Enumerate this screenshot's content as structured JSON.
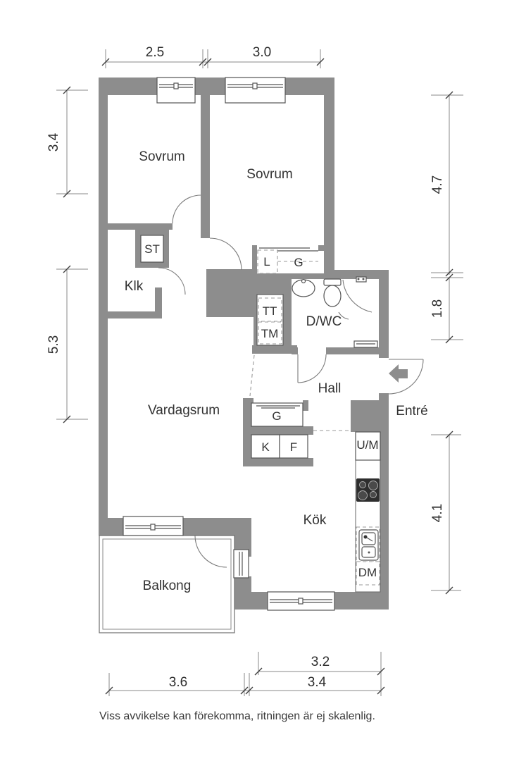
{
  "floorplan": {
    "rooms": [
      {
        "id": "sovrum-1",
        "label": "Sovrum"
      },
      {
        "id": "sovrum-2",
        "label": "Sovrum"
      },
      {
        "id": "klk",
        "label": "Klk"
      },
      {
        "id": "vardagsrum",
        "label": "Vardagsrum"
      },
      {
        "id": "dwc",
        "label": "D/WC"
      },
      {
        "id": "hall",
        "label": "Hall"
      },
      {
        "id": "entre",
        "label": "Entré"
      },
      {
        "id": "kok",
        "label": "Kök"
      },
      {
        "id": "balkong",
        "label": "Balkong"
      }
    ],
    "units": {
      "st": "ST",
      "l": "L",
      "g_bedroom": "G",
      "tt": "TT",
      "tm": "TM",
      "g_hall": "G",
      "k": "K",
      "f": "F",
      "um": "U/M",
      "dm": "DM"
    },
    "dims": {
      "top_left": "2.5",
      "top_right": "3.0",
      "left_upper": "3.4",
      "left_lower": "5.3",
      "right_upper": "4.7",
      "right_mid": "1.8",
      "right_lower": "4.1",
      "bottom_kitchen": "3.2",
      "bottom_left": "3.6",
      "bottom_right": "3.4"
    },
    "disclaimer": "Viss avvikelse kan förekomma, ritningen är ej skalenlig.",
    "colors": {
      "wall": "#8d8d8d",
      "line": "#555555",
      "text": "#333333"
    }
  }
}
